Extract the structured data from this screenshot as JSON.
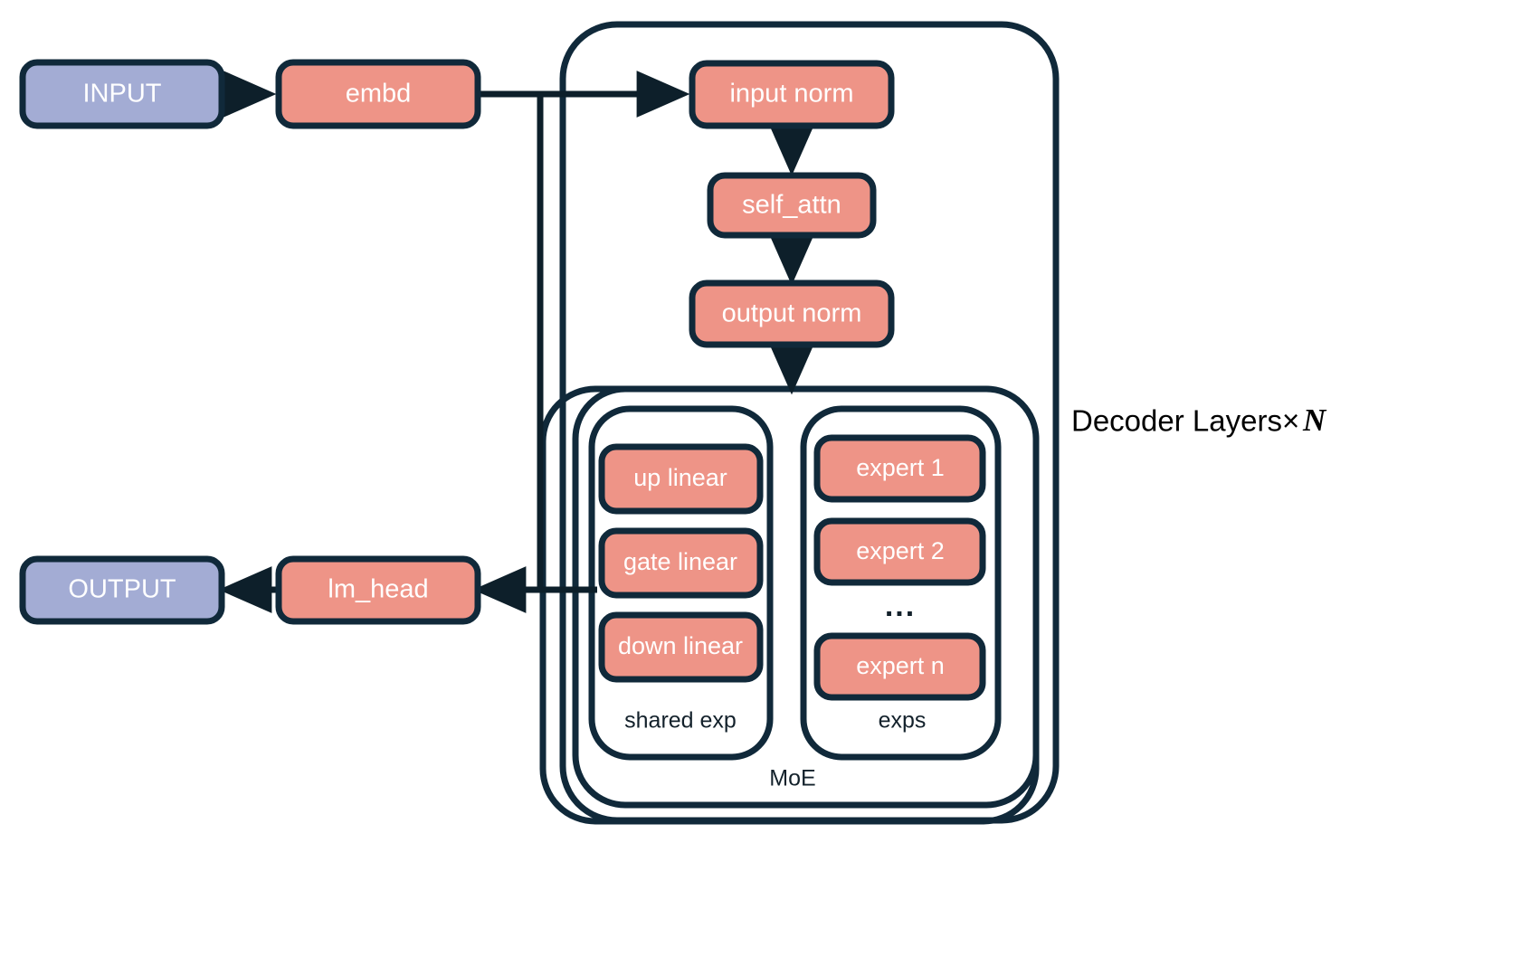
{
  "title": "LLM MoE decoder architecture diagram",
  "colors": {
    "stroke": "#10293A",
    "salmon": "#EE9487",
    "periwinkle": "#A3ACD4",
    "text_on_node": "#FFFFFF",
    "background": "#FFFFFF",
    "label_text": "#13212B"
  },
  "nodes": {
    "input": "INPUT",
    "embd": "embd",
    "input_norm": "input norm",
    "self_attn": "self_attn",
    "output_norm": "output norm",
    "up_linear": "up linear",
    "gate_linear": "gate linear",
    "down_linear": "down linear",
    "expert_1": "expert 1",
    "expert_2": "expert 2",
    "expert_ellipsis": "...",
    "expert_n": "expert n",
    "lm_head": "lm_head",
    "output": "OUTPUT"
  },
  "groups": {
    "shared_exp": "shared exp",
    "exps": "exps",
    "moe": "MoE"
  },
  "caption": {
    "decoder_layers": "Decoder Layers×",
    "repeat_symbol": "N"
  }
}
